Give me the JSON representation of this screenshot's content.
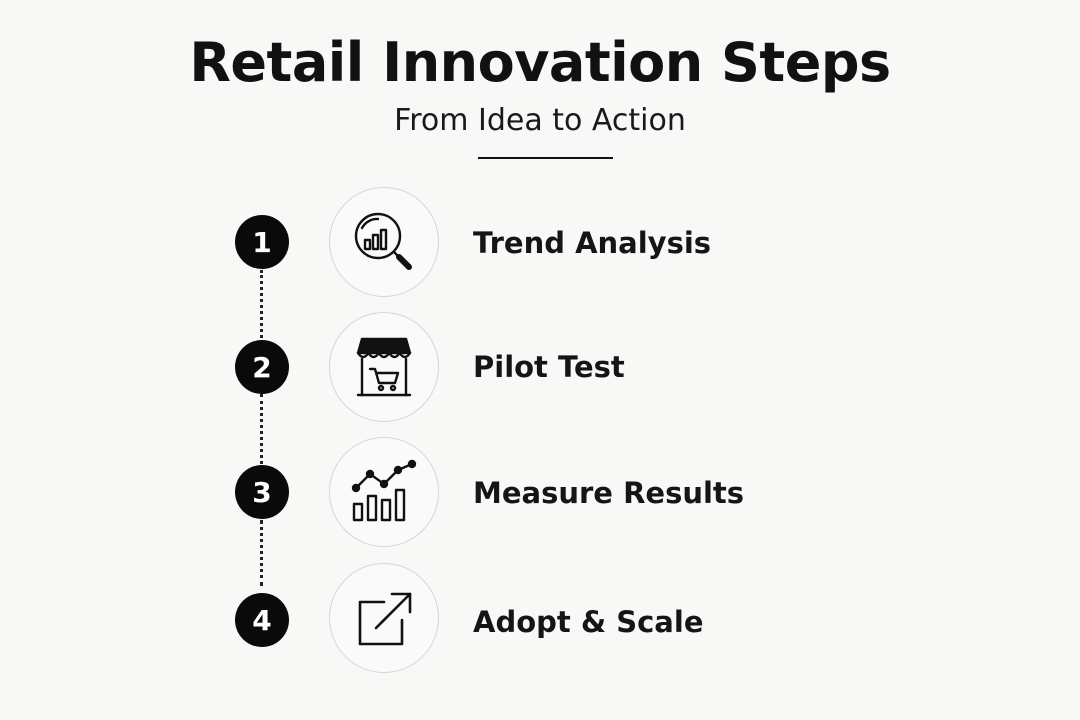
{
  "header": {
    "title": "Retail Innovation Steps",
    "subtitle": "From Idea to Action"
  },
  "steps": [
    {
      "number": "1",
      "label": "Trend Analysis",
      "icon": "magnifier-bar-chart-icon"
    },
    {
      "number": "2",
      "label": "Pilot Test",
      "icon": "storefront-cart-icon"
    },
    {
      "number": "3",
      "label": "Measure Results",
      "icon": "line-bar-chart-icon"
    },
    {
      "number": "4",
      "label": "Adopt & Scale",
      "icon": "external-arrow-icon"
    }
  ],
  "colors": {
    "background": "#f8f8f7",
    "ink": "#111111",
    "badge": "#0a0a0a",
    "circle_border": "#d6d6d6"
  }
}
